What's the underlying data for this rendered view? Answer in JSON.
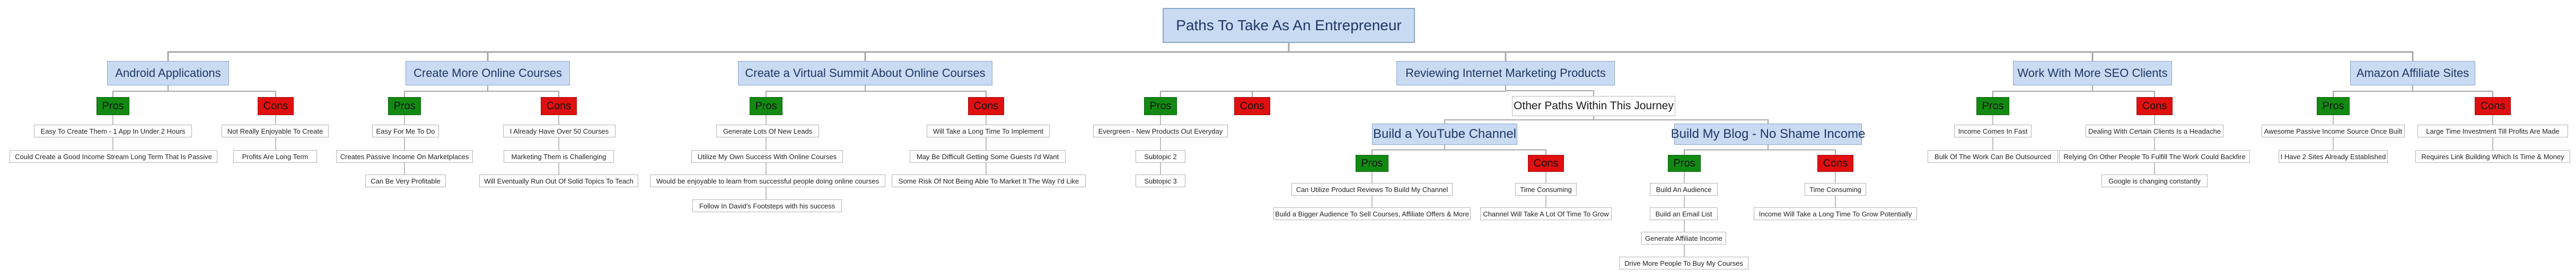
{
  "title": "Paths To Take As An Entrepreneur",
  "branches": [
    {
      "title": "Android Applications",
      "pros": {
        "label": "Pros",
        "items": [
          "Easy To Create Them - 1 App In Under 2 Hours",
          "Could Create a Good Income Stream Long Term That Is Passive"
        ]
      },
      "cons": {
        "label": "Cons",
        "items": [
          "Not Really Enjoyable To Create",
          "Profits Are Long Term"
        ]
      }
    },
    {
      "title": "Create More Online Courses",
      "pros": {
        "label": "Pros",
        "items": [
          "Easy For Me To Do",
          "Creates Passive Income On Marketplaces",
          "Can Be Very Profitable"
        ]
      },
      "cons": {
        "label": "Cons",
        "items": [
          "I Already Have Over 50 Courses",
          "Marketing Them is Challenging",
          "Will Eventually Run Out Of Solid Topics To Teach"
        ]
      }
    },
    {
      "title": "Create a Virtual Summit About Online Courses",
      "pros": {
        "label": "Pros",
        "items": [
          "Generate Lots Of New Leads",
          "Utilize My Own Success With Online Courses",
          "Would be enjoyable to learn from successful people doing online courses",
          "Follow In David's Footsteps with his success"
        ]
      },
      "cons": {
        "label": "Cons",
        "items": [
          "Will Take a Long Time To Implement",
          "May Be Difficult Getting Some Guests I'd Want",
          "Some Risk Of Not Being Able To Market It The Way I'd Like"
        ]
      }
    },
    {
      "title": "Reviewing Internet Marketing Products",
      "pros": {
        "label": "Pros",
        "items": [
          "Evergreen - New Products Out Everyday",
          "Subtopic 2",
          "Subtopic 3"
        ]
      },
      "cons": {
        "label": "Cons",
        "items": []
      },
      "other": {
        "title": "Other Paths Within This Journey",
        "paths": [
          {
            "title": "Build a YouTube Channel",
            "pros": {
              "label": "Pros",
              "items": [
                "Can Utilize Product Reviews To Build My Channel",
                "Build a Bigger Audience To Sell Courses, Affiliate Offers & More"
              ]
            },
            "cons": {
              "label": "Cons",
              "items": [
                "Time Consuming",
                "Channel Will Take A Lot Of Time To Grow"
              ]
            }
          },
          {
            "title": "Build My Blog - No Shame Income",
            "pros": {
              "label": "Pros",
              "items": [
                "Build An Audience",
                "Build an Email List",
                "Generate Affiliate Income",
                "Drive More People To Buy My Courses"
              ]
            },
            "cons": {
              "label": "Cons",
              "items": [
                "Time Consuming",
                "Income Will Take a Long Time To Grow Potentially"
              ]
            }
          }
        ]
      }
    },
    {
      "title": "Work With More SEO Clients",
      "pros": {
        "label": "Pros",
        "items": [
          "Income Comes In Fast",
          "Bulk Of The Work Can Be Outsourced"
        ]
      },
      "cons": {
        "label": "Cons",
        "items": [
          "Dealing With Certain Clients Is a Headache",
          "Relying On Other People To Fulfill The Work Could Backfire",
          "Google is changing constantly"
        ]
      }
    },
    {
      "title": "Amazon Affiliate Sites",
      "pros": {
        "label": "Pros",
        "items": [
          "Awesome Passive Income Source Once Built",
          "I Have 2 Sites Already Established"
        ]
      },
      "cons": {
        "label": "Cons",
        "items": [
          "Large Time Investment Till Profits Are Made",
          "Requires Link Building Which Is Time & Money"
        ]
      }
    }
  ]
}
